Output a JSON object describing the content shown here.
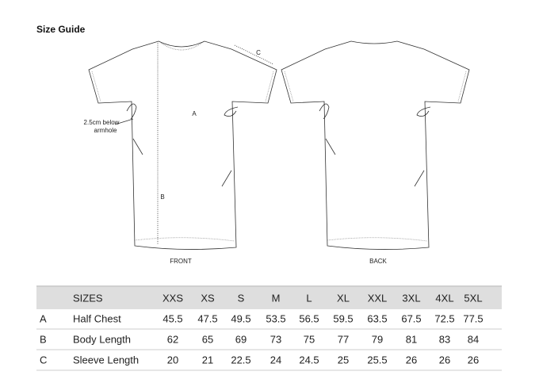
{
  "title": "Size Guide",
  "diagram": {
    "front_label": "FRONT",
    "back_label": "BACK",
    "label_a": "A",
    "label_b": "B",
    "label_c": "C",
    "armhole_note_1": "2.5cm below",
    "armhole_note_2": "armhole"
  },
  "table": {
    "header_label": "SIZES",
    "sizes": [
      "XXS",
      "XS",
      "S",
      "M",
      "L",
      "XL",
      "XXL",
      "3XL",
      "4XL",
      "5XL"
    ],
    "rows": [
      {
        "code": "A",
        "label": "Half Chest",
        "values": [
          "45.5",
          "47.5",
          "49.5",
          "53.5",
          "56.5",
          "59.5",
          "63.5",
          "67.5",
          "72.5",
          "77.5"
        ]
      },
      {
        "code": "B",
        "label": "Body Length",
        "values": [
          "62",
          "65",
          "69",
          "73",
          "75",
          "77",
          "79",
          "81",
          "83",
          "84"
        ]
      },
      {
        "code": "C",
        "label": "Sleeve Length",
        "values": [
          "20",
          "21",
          "22.5",
          "24",
          "24.5",
          "25",
          "25.5",
          "26",
          "26",
          "26"
        ]
      }
    ]
  }
}
